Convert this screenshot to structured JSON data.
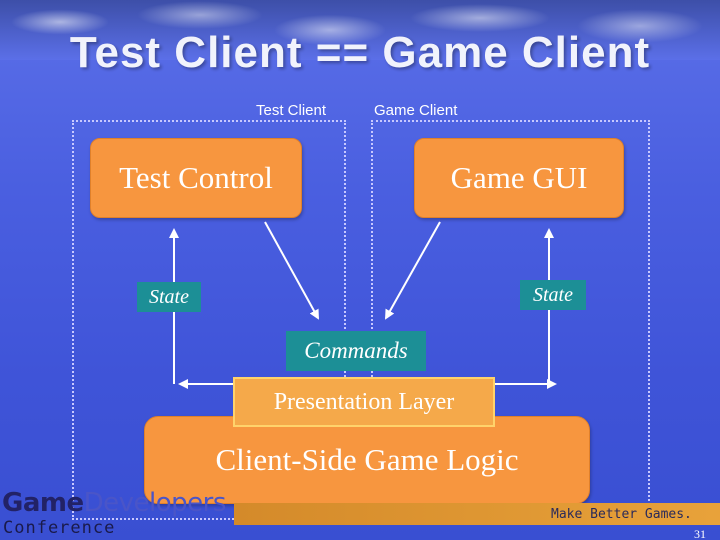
{
  "slide": {
    "title": "Test Client == Game Client",
    "columns": {
      "left_label": "Test Client",
      "right_label": "Game Client"
    },
    "boxes": {
      "test_control": "Test Control",
      "game_gui": "Game GUI",
      "commands": "Commands",
      "presentation_layer": "Presentation Layer",
      "client_side_logic": "Client-Side Game Logic"
    },
    "states": {
      "left": "State",
      "right": "State"
    }
  },
  "footer": {
    "logo_game": "Game",
    "logo_developers": "Developers",
    "logo_conference": "Conference",
    "motto": "Make Better Games.",
    "page_number": "31"
  },
  "colors": {
    "background": "#4a5fe0",
    "box": "#f7963f",
    "teal_label": "#1c8f96",
    "dotted_frame": "#c8c8ff"
  }
}
